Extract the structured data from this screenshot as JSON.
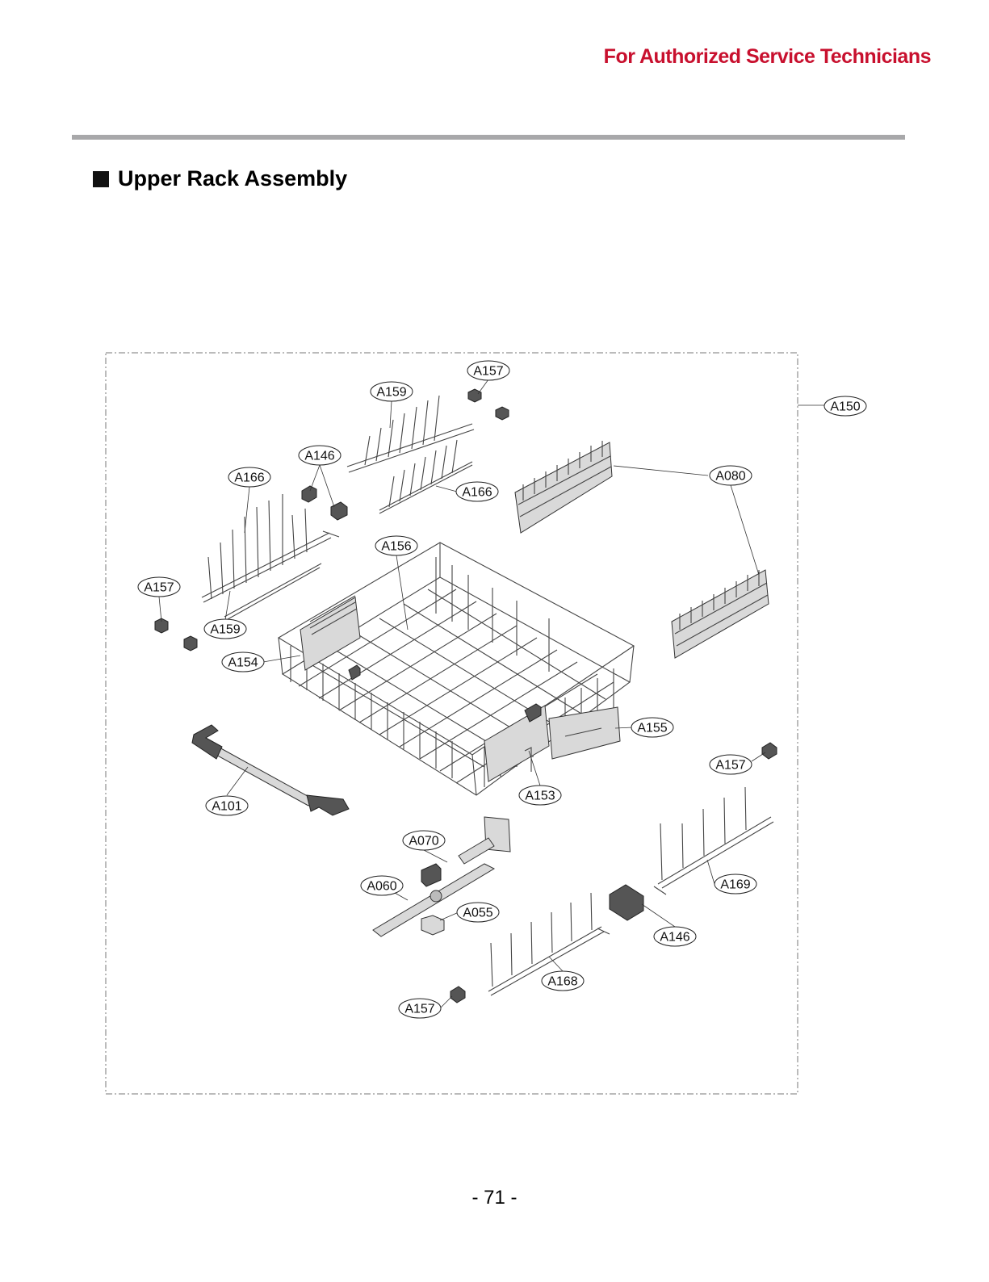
{
  "header": {
    "note": "For Authorized Service Technicians",
    "note_color": "#c8102e"
  },
  "section": {
    "bullet_icon": "black-square-icon",
    "title": "Upper Rack Assembly"
  },
  "diagram": {
    "frame_callout": "A150",
    "callouts": {
      "a157_top": "A157",
      "a159_top": "A159",
      "a146_top": "A146",
      "a166_left": "A166",
      "a166_mid": "A166",
      "a080": "A080",
      "a156": "A156",
      "a157_left": "A157",
      "a159_left": "A159",
      "a154": "A154",
      "a155": "A155",
      "a157_right": "A157",
      "a101": "A101",
      "a153": "A153",
      "a070": "A070",
      "a060": "A060",
      "a055": "A055",
      "a169": "A169",
      "a146_bottom": "A146",
      "a168": "A168",
      "a157_bottom": "A157"
    }
  },
  "footer": {
    "page_number": "- 71 -"
  }
}
